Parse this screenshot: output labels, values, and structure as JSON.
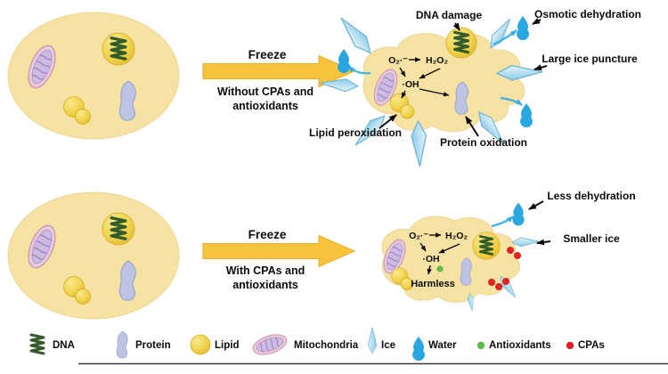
{
  "top": {
    "freeze_label": "Freeze",
    "condition_line1": "Without CPAs and",
    "condition_line2": "antioxidants",
    "label_dna_damage": "DNA damage",
    "label_osmotic_dehydration": "Osmotic dehydration",
    "label_large_ice_puncture": "Large ice puncture",
    "label_lipid_peroxidation": "Lipid peroxidation",
    "label_protein_oxidation": "Protein oxidation",
    "chem_superoxide": "O₂·⁻",
    "chem_peroxide": "H₂O₂",
    "chem_hydroxyl": "·OH"
  },
  "bottom": {
    "freeze_label": "Freeze",
    "condition_line1": "With CPAs and",
    "condition_line2": "antioxidants",
    "label_less_dehydration": "Less dehydration",
    "label_smaller_ice": "Smaller ice",
    "label_harmless": "Harmless",
    "chem_superoxide": "O₂·⁻",
    "chem_peroxide": "H₂O₂",
    "chem_hydroxyl": "·OH"
  },
  "legend": {
    "items": [
      {
        "label": "DNA"
      },
      {
        "label": "Protein"
      },
      {
        "label": "Lipid"
      },
      {
        "label": "Mitochondria"
      },
      {
        "label": "Ice"
      },
      {
        "label": "Water"
      },
      {
        "label": "Antioxidants"
      },
      {
        "label": "CPAs"
      }
    ]
  },
  "colors": {
    "cell_fill": "#F6E2A3",
    "freeze_arrow": "#F6C43C",
    "dna_coil": "#355C28",
    "dna_ball": "#E9C838",
    "lipid": "#EECF45",
    "protein": "#BDC4E3",
    "mitochondria_outer": "#ECCBD9",
    "mitochondria_inner": "#CEBBE1",
    "ice": "#8CCBE8",
    "water": "#2AA7E0",
    "antioxidant": "#5FBC49",
    "cpa": "#E02222",
    "text": "#0B0B0B"
  }
}
